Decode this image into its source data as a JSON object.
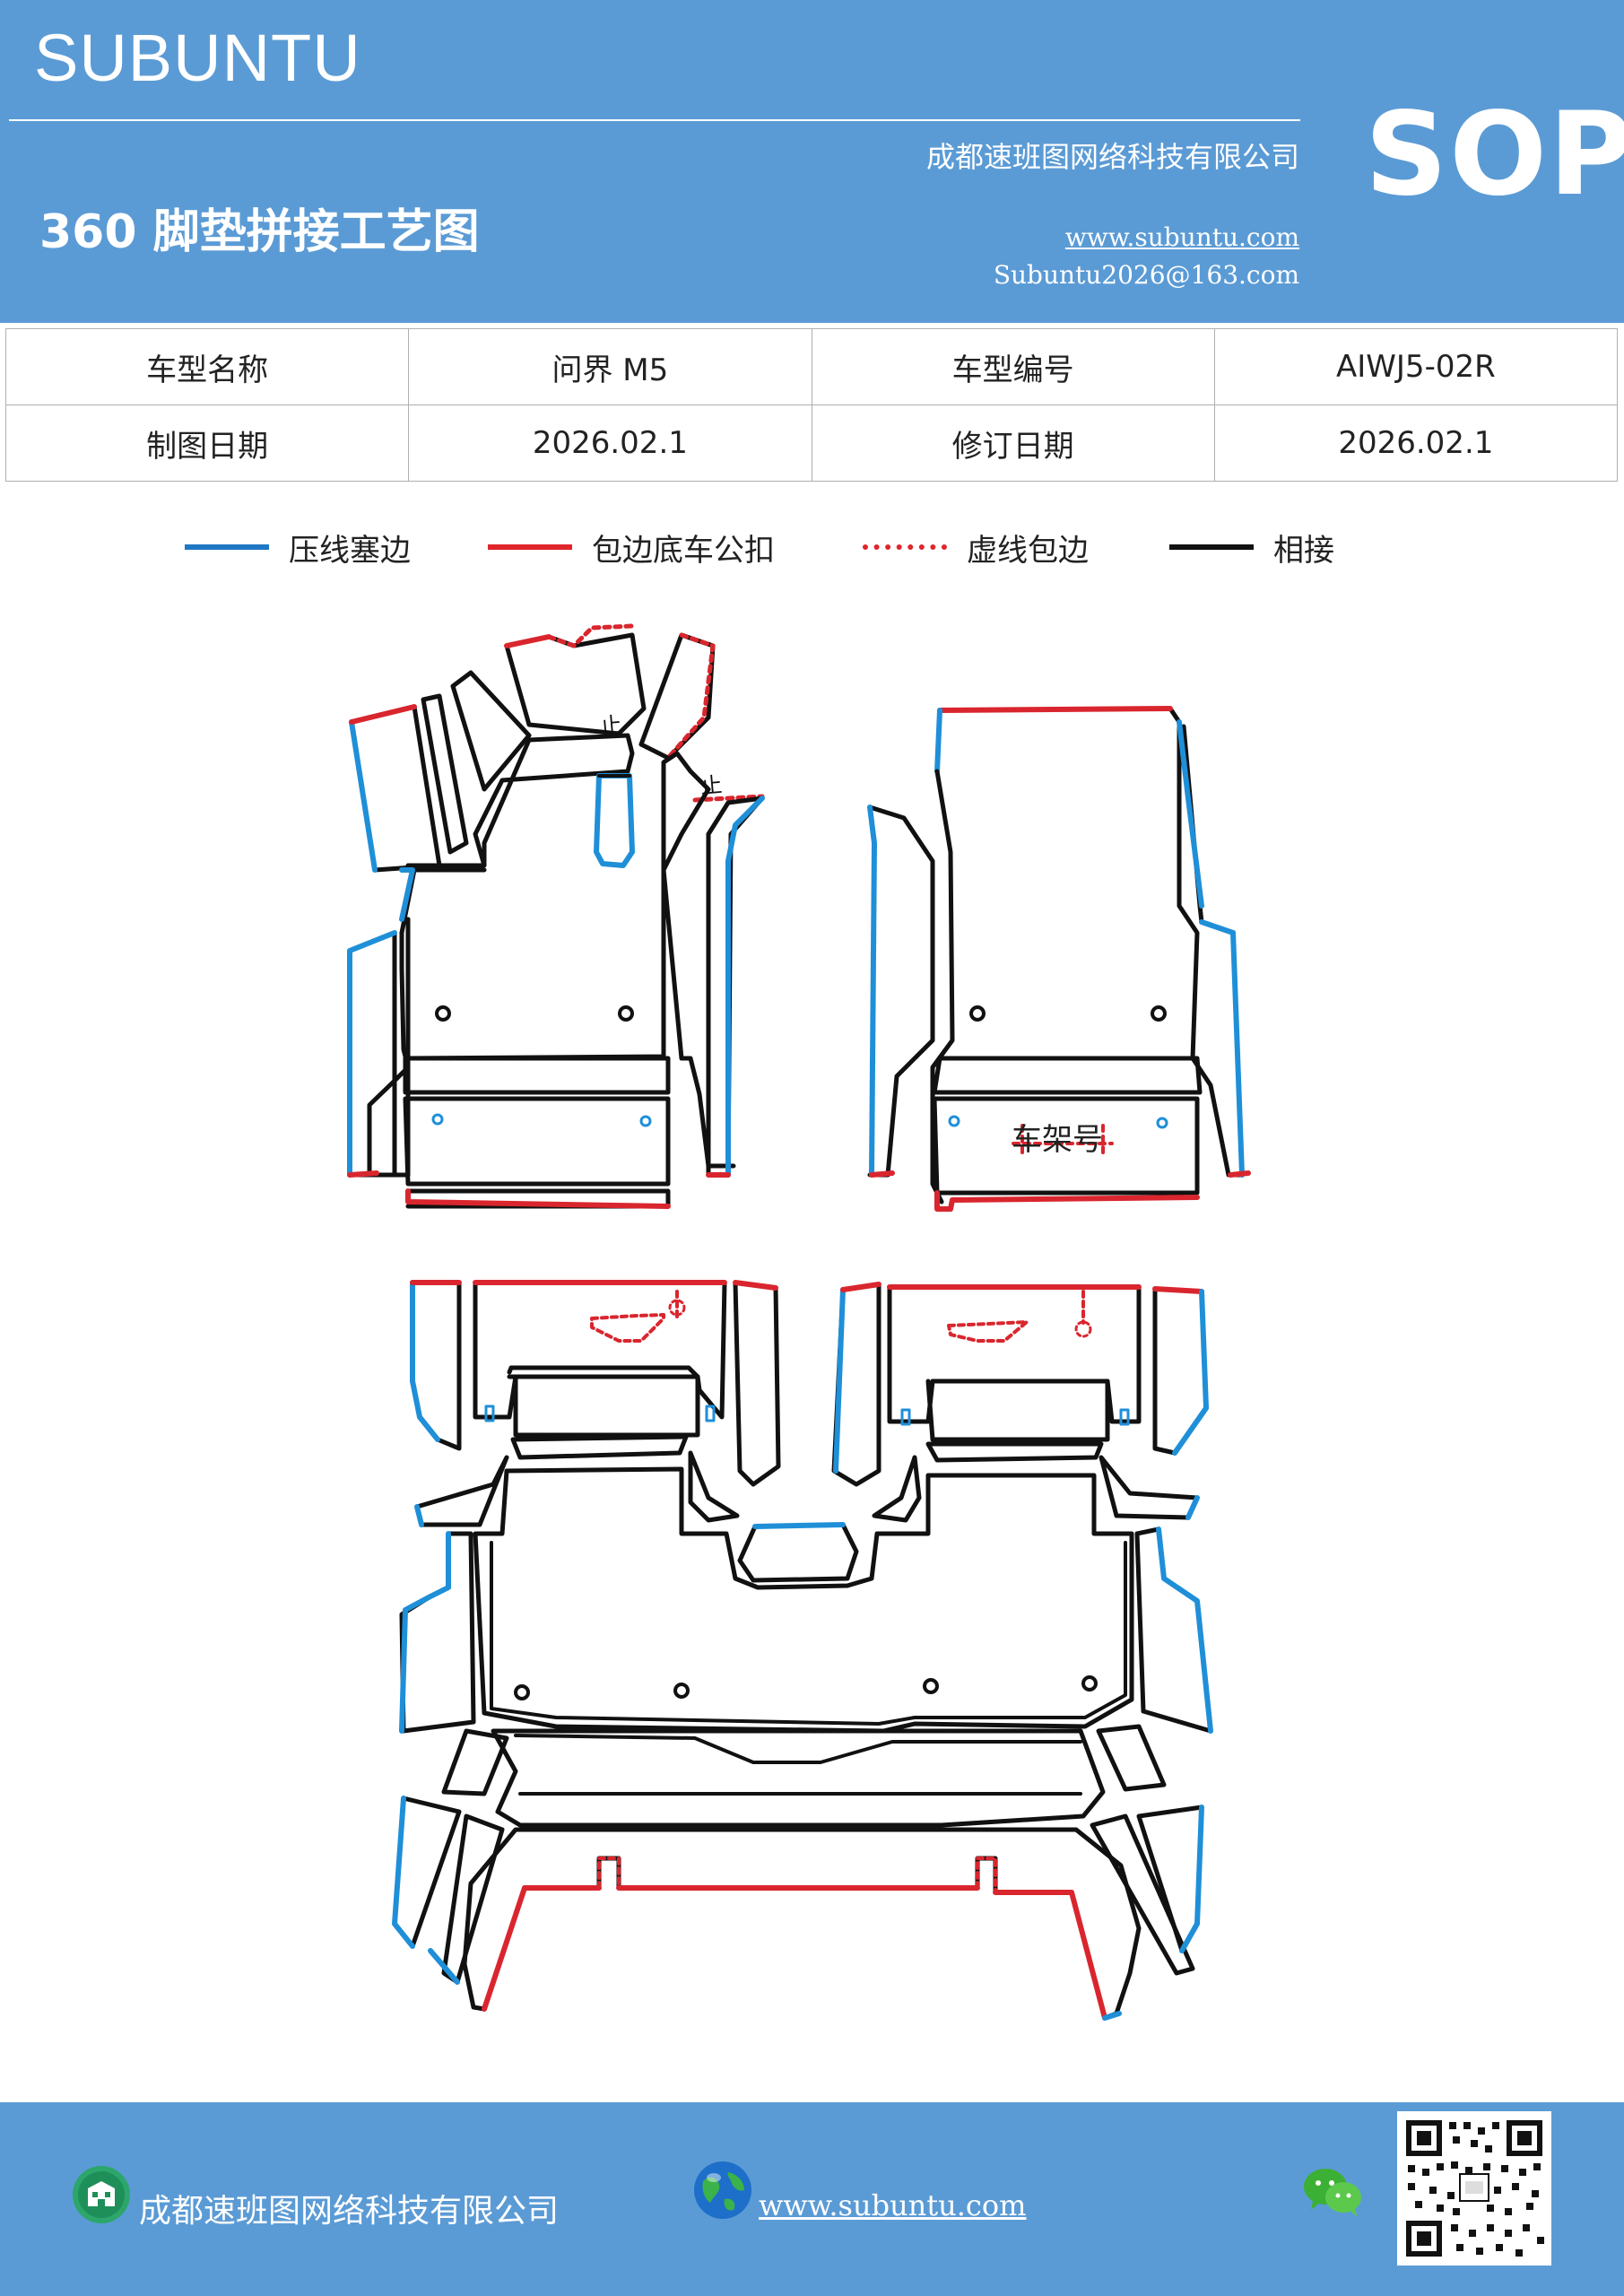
{
  "header": {
    "brand": "SUBUNTU",
    "company": "成都速班图网络科技有限公司",
    "title": "360 脚垫拼接工艺图",
    "website": "www.subuntu.com",
    "email": "Subuntu2026@163.com",
    "badge": "SOP",
    "background": "#5b9bd5"
  },
  "info": {
    "model_name_label": "车型名称",
    "model_name": "问界 M5",
    "model_code_label": "车型编号",
    "model_code": "AIWJ5-02R",
    "draw_date_label": "制图日期",
    "draw_date": "2026.02.1",
    "revise_date_label": "修订日期",
    "revise_date": "2026.02.1"
  },
  "legend": [
    {
      "label": "压线塞边",
      "color": "#1f77c4",
      "style": "solid"
    },
    {
      "label": "包边底车公扣",
      "color": "#e0252b",
      "style": "solid"
    },
    {
      "label": "虚线包边",
      "color": "#e0252b",
      "style": "dotted"
    },
    {
      "label": "相接",
      "color": "#111111",
      "style": "solid"
    }
  ],
  "drawing": {
    "frame_label": "车架号",
    "colors": {
      "press": "#1f8fd8",
      "wrap": "#d9262e",
      "join": "#111111"
    }
  },
  "footer": {
    "company": "成都速班图网络科技有限公司",
    "website": "www.subuntu.com ",
    "company_icon": "building-icon",
    "web_icon": "globe-icon",
    "wechat_icon": "wechat-icon",
    "qr_icon": "qr-code-icon"
  }
}
